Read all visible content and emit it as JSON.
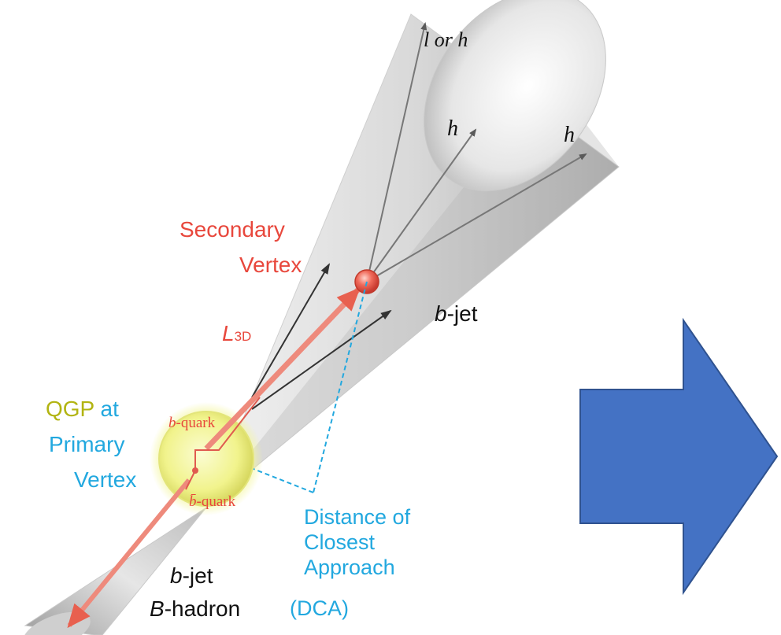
{
  "labels": {
    "cone_top_particle_label": "l or h",
    "hadron_label_1": "h",
    "hadron_label_2": "h",
    "secondary_vertex_line1": "Secondary",
    "secondary_vertex_line2": "Vertex",
    "decay_length_symbol": "L",
    "decay_length_subscript": "3D",
    "b_jet_top_italic": "b",
    "b_jet_top_rest": "-jet",
    "qgp_word": "QGP",
    "at_word": "at",
    "primary_line": "Primary",
    "vertex_line": "Vertex",
    "b_quark_italic": "b",
    "b_quark_rest": "-quark",
    "bbar_quark_italic": "b̄",
    "bbar_quark_rest": "-quark",
    "dca_line1": "Distance of",
    "dca_line2": "Closest",
    "dca_line3": "Approach",
    "dca_line4": "(DCA)",
    "b_jet_bottom_italic": "b",
    "b_jet_bottom_rest": "-jet",
    "b_hadron_italic": "B",
    "b_hadron_rest": "-hadron"
  },
  "colors": {
    "red_text": "#e8473c",
    "blue_text": "#22a8df",
    "green_text": "#b2b412",
    "arrow_fill": "#4472c4",
    "arrow_stroke": "#2f528f",
    "sphere_fill": "#f3f59a",
    "vertex_red": "#e05a4f"
  },
  "icons": {
    "big_arrow": "right-arrow-block",
    "secondary_vertex": "red-sphere",
    "primary_vertex": "yellow-glow-sphere"
  }
}
